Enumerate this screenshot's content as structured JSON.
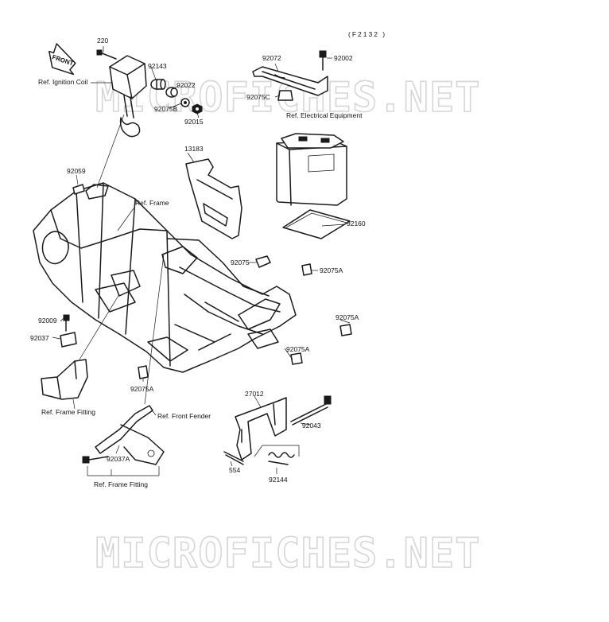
{
  "figure_code": "(F2132 )",
  "watermark": "MICROFICHES.NET",
  "front_arrow": "FRONT",
  "labels": {
    "p220": "220",
    "ref_ignition_coil": "Ref. Ignition Coil",
    "p92143": "92143",
    "p92022": "92022",
    "p92075B": "92075B",
    "p92015": "92015",
    "p92072": "92072",
    "p92002": "92002",
    "p92075C": "92075C",
    "ref_electrical_equipment": "Ref. Electrical Equipment",
    "p13183": "13183",
    "p92059": "92059",
    "ref_frame": "Ref. Frame",
    "p92160": "92160",
    "p92075": "92075",
    "p92075A_1": "92075A",
    "p92075A_2": "92075A",
    "p92075A_3": "92075A",
    "p92075A_4": "92075A",
    "p92009": "92009",
    "p92037": "92037",
    "ref_frame_fitting_1": "Ref. Frame Fitting",
    "ref_front_fender": "Ref. Front Fender",
    "p92037A": "92037A",
    "ref_frame_fitting_2": "Ref. Frame Fitting",
    "p27012": "27012",
    "p92043": "92043",
    "p554": "554",
    "p92144": "92144"
  }
}
